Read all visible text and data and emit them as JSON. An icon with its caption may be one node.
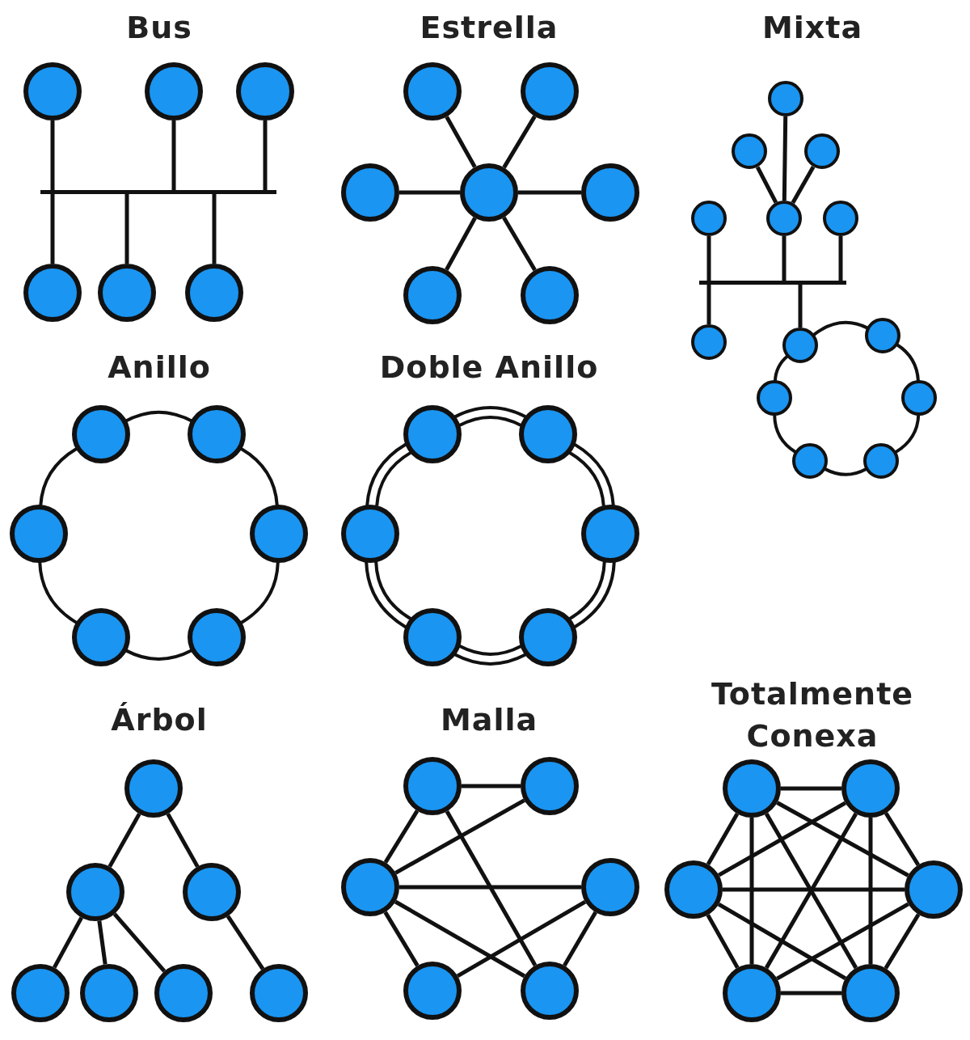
{
  "diagram": {
    "nodes": [
      {
        "text": [],
        "shape": "circle"
      },
      {
        "text": [],
        "shape": "circle"
      },
      {
        "text": [],
        "shape": "circle"
      },
      {
        "text": [],
        "shape": "bar"
      },
      {
        "text": [],
        "shape": "circle"
      },
      {
        "text": [],
        "shape": "circle"
      },
      {
        "text": [],
        "shape": "circle"
      },
      {
        "text": [],
        "shape": "circle"
      },
      {
        "text": [],
        "shape": "circle"
      },
      {
        "text": [],
        "shape": "circle"
      },
      {
        "text": [],
        "shape": "circle"
      },
      {
        "text": [],
        "shape": "circle"
      },
      {
        "text": [],
        "shape": "circle"
      },
      {
        "text": [],
        "shape": "circle"
      },
      {
        "text": [],
        "shape": "circle"
      },
      {
        "text": [],
        "shape": "circle"
      },
      {
        "text": [],
        "shape": "circle"
      },
      {
        "text": [],
        "shape": "circle"
      },
      {
        "text": [],
        "shape": "circle"
      },
      {
        "text": [],
        "shape": "circle"
      },
      {
        "text": [],
        "shape": "bar"
      },
      {
        "text": [],
        "shape": "circle"
      },
      {
        "text": [],
        "shape": "circle"
      },
      {
        "text": [],
        "shape": "circle"
      },
      {
        "text": [],
        "shape": "circle"
      },
      {
        "text": [],
        "shape": "circle"
      },
      {
        "text": [],
        "shape": "circle"
      },
      {
        "text": [],
        "shape": "circle"
      },
      {
        "text": [],
        "shape": "circle"
      },
      {
        "text": [],
        "shape": "circle"
      },
      {
        "text": [],
        "shape": "circle"
      },
      {
        "text": [],
        "shape": "circle"
      },
      {
        "text": [],
        "shape": "circle"
      },
      {
        "text": [],
        "shape": "circle"
      },
      {
        "text": [],
        "shape": "circle"
      },
      {
        "text": [],
        "shape": "circle"
      },
      {
        "text": [],
        "shape": "circle"
      },
      {
        "text": [],
        "shape": "circle"
      },
      {
        "text": [],
        "shape": "circle"
      },
      {
        "text": [],
        "shape": "circle"
      },
      {
        "text": [],
        "shape": "circle"
      },
      {
        "text": [],
        "shape": "circle"
      },
      {
        "text": [],
        "shape": "circle"
      },
      {
        "text": [],
        "shape": "circle"
      },
      {
        "text": [],
        "shape": "circle"
      },
      {
        "text": [],
        "shape": "circle"
      },
      {
        "text": [],
        "shape": "circle"
      },
      {
        "text": [],
        "shape": "circle"
      },
      {
        "text": [],
        "shape": "circle"
      },
      {
        "text": [],
        "shape": "circle"
      },
      {
        "text": [],
        "shape": "circle"
      },
      {
        "text": [],
        "shape": "circle"
      },
      {
        "text": [],
        "shape": "circle"
      },
      {
        "text": [],
        "shape": "circle"
      },
      {
        "text": [],
        "shape": "circle"
      },
      {
        "text": [],
        "shape": "circle"
      },
      {
        "text": [],
        "shape": "circle"
      },
      {
        "text": [],
        "shape": "circle"
      },
      {
        "text": [],
        "shape": "circle"
      }
    ],
    "edges": [
      {
        "from": 0,
        "to": 3,
        "arrow": "none"
      },
      {
        "from": 1,
        "to": 3,
        "arrow": "none"
      },
      {
        "from": 2,
        "to": 3,
        "arrow": "none"
      },
      {
        "from": 3,
        "to": 4,
        "arrow": "none"
      },
      {
        "from": 3,
        "to": 5,
        "arrow": "none"
      },
      {
        "from": 3,
        "to": 6,
        "arrow": "none"
      },
      {
        "from": 10,
        "to": 7,
        "arrow": "none"
      },
      {
        "from": 10,
        "to": 8,
        "arrow": "none"
      },
      {
        "from": 10,
        "to": 9,
        "arrow": "none"
      },
      {
        "from": 10,
        "to": 11,
        "arrow": "none"
      },
      {
        "from": 10,
        "to": 12,
        "arrow": "none"
      },
      {
        "from": 10,
        "to": 13,
        "arrow": "none"
      },
      {
        "from": 14,
        "to": 18,
        "arrow": "none"
      },
      {
        "from": 15,
        "to": 18,
        "arrow": "none"
      },
      {
        "from": 16,
        "to": 18,
        "arrow": "none"
      },
      {
        "from": 17,
        "to": 20,
        "arrow": "none"
      },
      {
        "from": 18,
        "to": 20,
        "arrow": "none"
      },
      {
        "from": 19,
        "to": 20,
        "arrow": "none"
      },
      {
        "from": 20,
        "to": 21,
        "arrow": "none"
      },
      {
        "from": 20,
        "to": 22,
        "arrow": "none"
      },
      {
        "from": 22,
        "to": 23,
        "arrow": "none"
      },
      {
        "from": 23,
        "to": 25,
        "arrow": "none"
      },
      {
        "from": 25,
        "to": 27,
        "arrow": "none"
      },
      {
        "from": 27,
        "to": 26,
        "arrow": "none"
      },
      {
        "from": 26,
        "to": 24,
        "arrow": "none"
      },
      {
        "from": 24,
        "to": 22,
        "arrow": "none"
      },
      {
        "from": 28,
        "to": 29,
        "arrow": "none"
      },
      {
        "from": 29,
        "to": 31,
        "arrow": "none"
      },
      {
        "from": 31,
        "to": 33,
        "arrow": "none"
      },
      {
        "from": 33,
        "to": 32,
        "arrow": "none"
      },
      {
        "from": 32,
        "to": 30,
        "arrow": "none"
      },
      {
        "from": 30,
        "to": 28,
        "arrow": "none"
      },
      {
        "from": 34,
        "to": 35,
        "arrow": "none"
      },
      {
        "from": 34,
        "to": 35,
        "arrow": "none"
      },
      {
        "from": 35,
        "to": 37,
        "arrow": "none"
      },
      {
        "from": 35,
        "to": 37,
        "arrow": "none"
      },
      {
        "from": 37,
        "to": 39,
        "arrow": "none"
      },
      {
        "from": 37,
        "to": 39,
        "arrow": "none"
      },
      {
        "from": 39,
        "to": 38,
        "arrow": "none"
      },
      {
        "from": 39,
        "to": 38,
        "arrow": "none"
      },
      {
        "from": 38,
        "to": 36,
        "arrow": "none"
      },
      {
        "from": 38,
        "to": 36,
        "arrow": "none"
      },
      {
        "from": 36,
        "to": 34,
        "arrow": "none"
      },
      {
        "from": 36,
        "to": 34,
        "arrow": "none"
      },
      {
        "from": 40,
        "to": 41,
        "arrow": "none"
      },
      {
        "from": 40,
        "to": 42,
        "arrow": "none"
      },
      {
        "from": 41,
        "to": 43,
        "arrow": "none"
      },
      {
        "from": 41,
        "to": 44,
        "arrow": "none"
      },
      {
        "from": 41,
        "to": 45,
        "arrow": "none"
      },
      {
        "from": 42,
        "to": 46,
        "arrow": "none"
      },
      {
        "from": 47,
        "to": 48,
        "arrow": "none"
      },
      {
        "from": 47,
        "to": 49,
        "arrow": "none"
      },
      {
        "from": 47,
        "to": 52,
        "arrow": "none"
      },
      {
        "from": 48,
        "to": 49,
        "arrow": "none"
      },
      {
        "from": 49,
        "to": 50,
        "arrow": "none"
      },
      {
        "from": 49,
        "to": 51,
        "arrow": "none"
      },
      {
        "from": 49,
        "to": 52,
        "arrow": "none"
      },
      {
        "from": 50,
        "to": 51,
        "arrow": "none"
      },
      {
        "from": 50,
        "to": 52,
        "arrow": "none"
      },
      {
        "from": 53,
        "to": 54,
        "arrow": "none"
      },
      {
        "from": 53,
        "to": 55,
        "arrow": "none"
      },
      {
        "from": 53,
        "to": 56,
        "arrow": "none"
      },
      {
        "from": 53,
        "to": 57,
        "arrow": "none"
      },
      {
        "from": 53,
        "to": 58,
        "arrow": "none"
      },
      {
        "from": 54,
        "to": 55,
        "arrow": "none"
      },
      {
        "from": 54,
        "to": 56,
        "arrow": "none"
      },
      {
        "from": 54,
        "to": 57,
        "arrow": "none"
      },
      {
        "from": 54,
        "to": 58,
        "arrow": "none"
      },
      {
        "from": 55,
        "to": 56,
        "arrow": "none"
      },
      {
        "from": 55,
        "to": 57,
        "arrow": "none"
      },
      {
        "from": 55,
        "to": 58,
        "arrow": "none"
      },
      {
        "from": 56,
        "to": 57,
        "arrow": "none"
      },
      {
        "from": 56,
        "to": 58,
        "arrow": "none"
      },
      {
        "from": 57,
        "to": 58,
        "arrow": "none"
      }
    ],
    "labels": [
      "Bus",
      "Estrella",
      "Mixta",
      "Anillo",
      "Doble Anillo",
      "Árbol",
      "Malla",
      "Totalmente Conexa"
    ]
  }
}
